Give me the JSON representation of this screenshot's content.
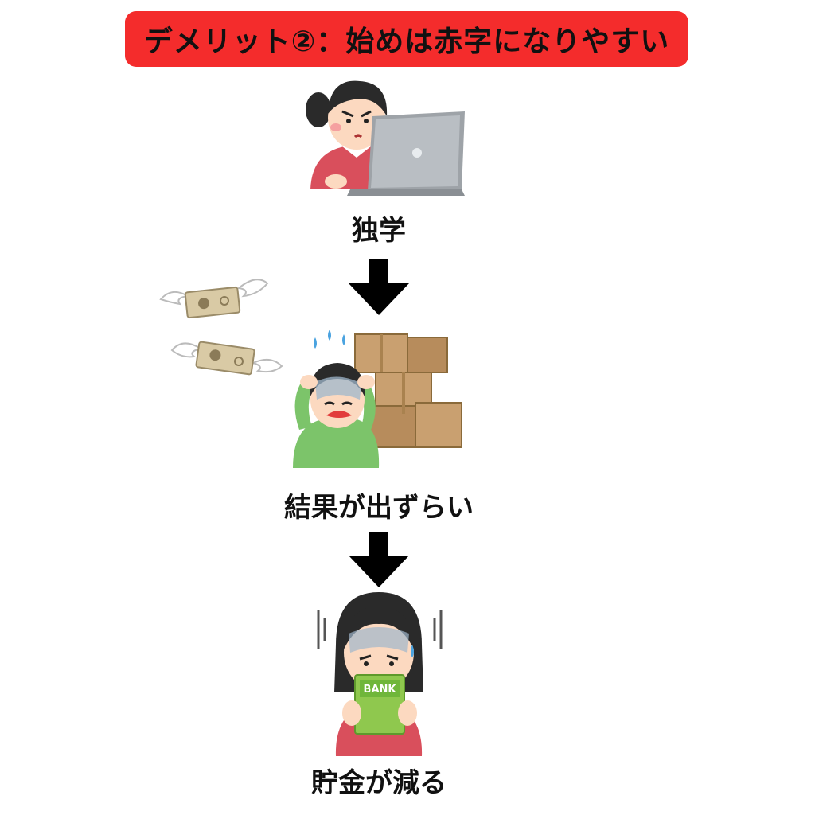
{
  "title": "デメリット②：始めは赤字になりやすい",
  "steps": [
    {
      "label": "独学",
      "illustration": "woman-studying-laptop"
    },
    {
      "label": "結果が出ずらい",
      "illustration": "woman-worried-unsold-boxes-money-flying-away"
    },
    {
      "label": "貯金が減る",
      "illustration": "woman-shocked-holding-bankbook"
    }
  ],
  "bankbook_text": "BANK",
  "colors": {
    "banner": "#f42c2c",
    "text": "#111111",
    "arrow": "#000000"
  }
}
